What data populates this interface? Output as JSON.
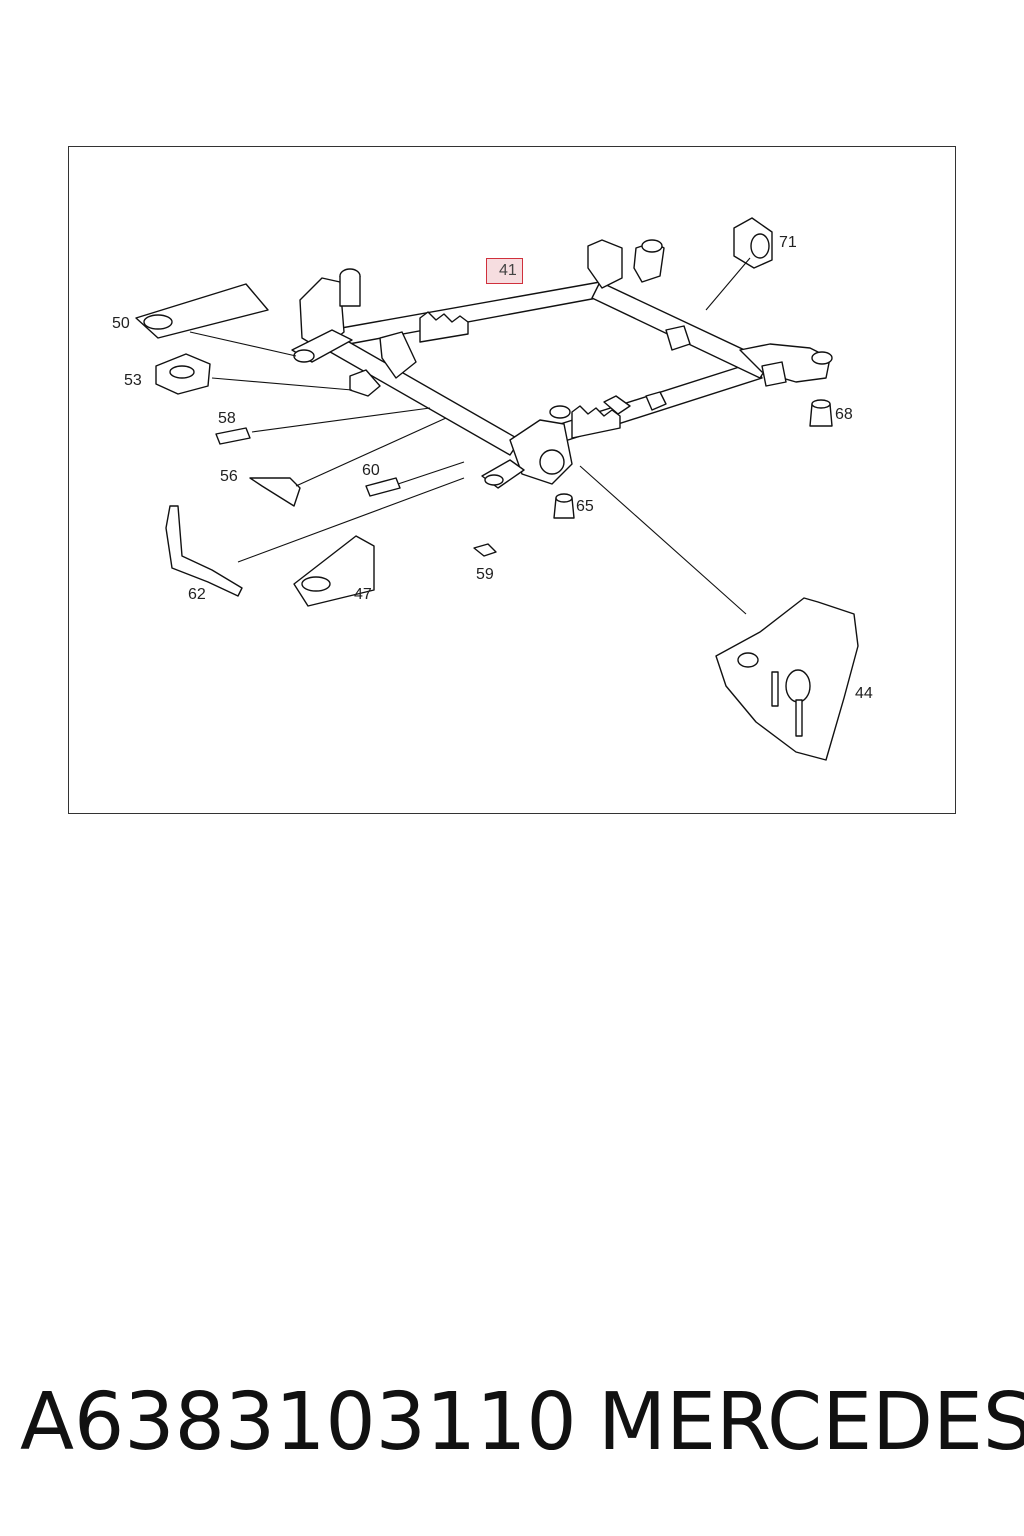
{
  "diagram": {
    "callouts": [
      {
        "id": "41",
        "label": "41",
        "highlighted": true
      },
      {
        "id": "71",
        "label": "71"
      },
      {
        "id": "50",
        "label": "50"
      },
      {
        "id": "53",
        "label": "53"
      },
      {
        "id": "58",
        "label": "58"
      },
      {
        "id": "68",
        "label": "68"
      },
      {
        "id": "56",
        "label": "56"
      },
      {
        "id": "60",
        "label": "60"
      },
      {
        "id": "65",
        "label": "65"
      },
      {
        "id": "62",
        "label": "62"
      },
      {
        "id": "47",
        "label": "47"
      },
      {
        "id": "59",
        "label": "59"
      },
      {
        "id": "44",
        "label": "44"
      }
    ],
    "highlight_color": "#d0303c"
  },
  "footer": {
    "part_number": "A6383103110",
    "brand": "MERCEDES"
  }
}
